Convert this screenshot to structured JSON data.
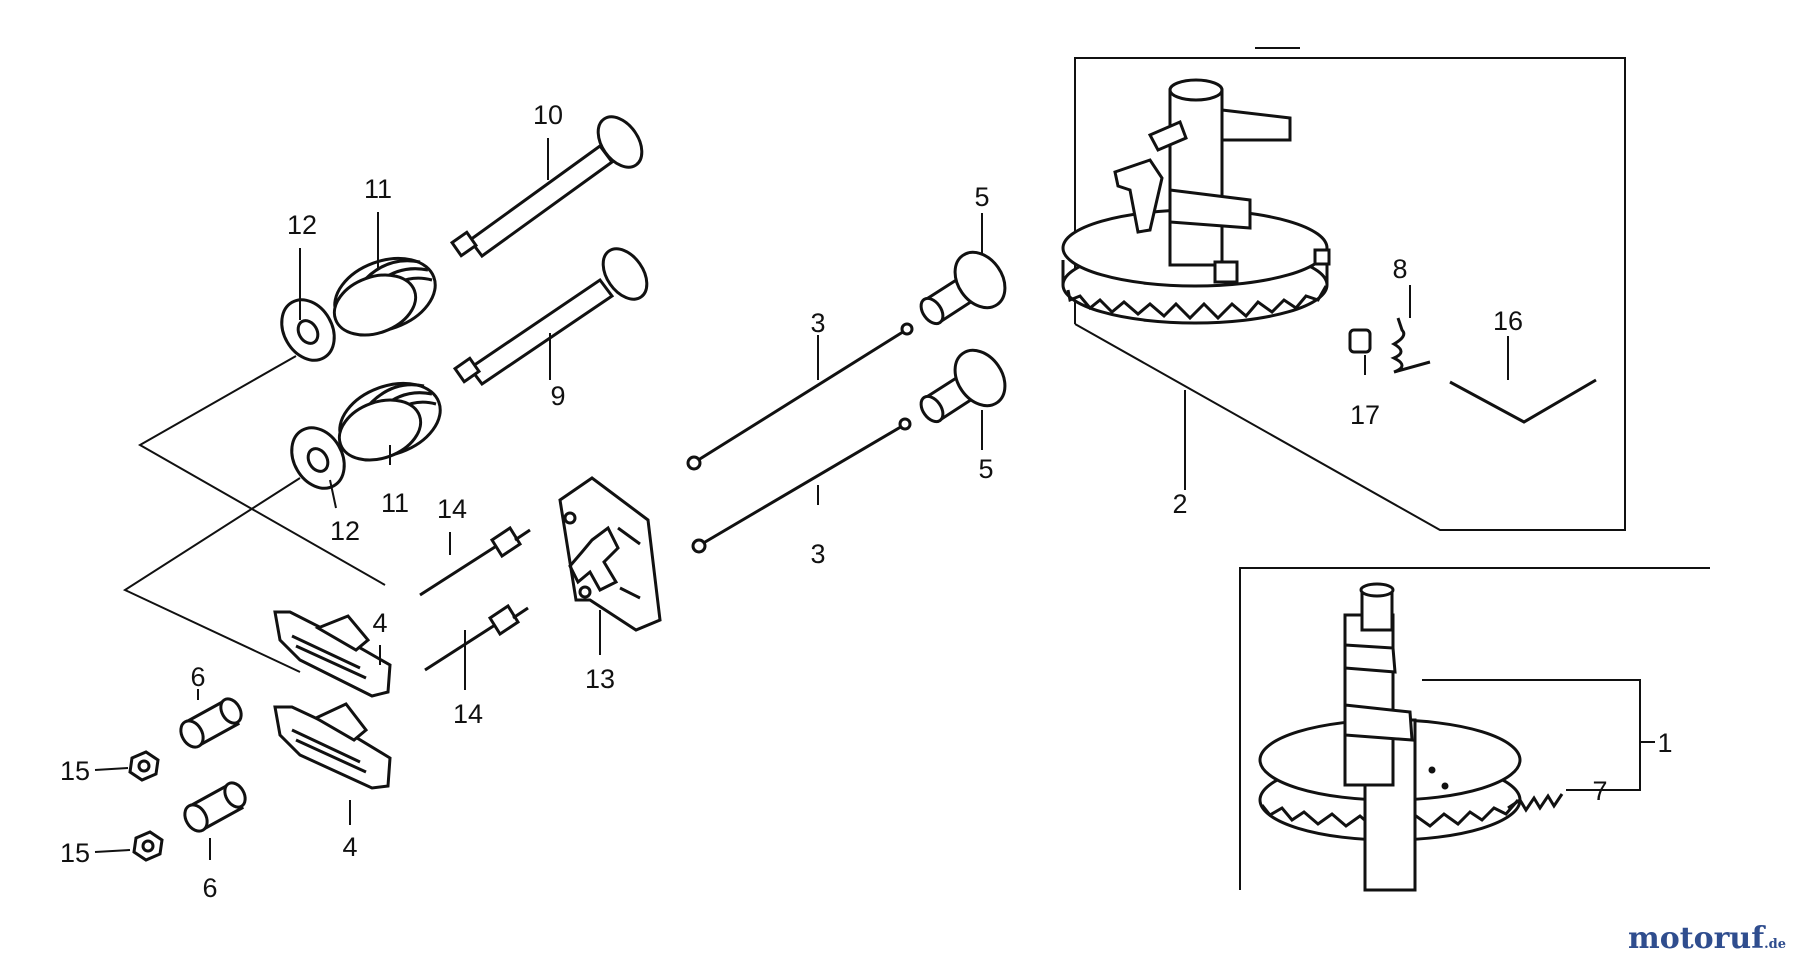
{
  "labels": {
    "p1": "1",
    "p2": "2",
    "p3a": "3",
    "p3b": "3",
    "p4a": "4",
    "p4b": "4",
    "p5a": "5",
    "p5b": "5",
    "p6a": "6",
    "p6b": "6",
    "p7": "7",
    "p8": "8",
    "p9": "9",
    "p10": "10",
    "p11a": "11",
    "p11b": "11",
    "p12a": "12",
    "p12b": "12",
    "p13": "13",
    "p14a": "14",
    "p14b": "14",
    "p15a": "15",
    "p15b": "15",
    "p16": "16",
    "p17": "17"
  },
  "watermark": {
    "brand_main": "motoruf",
    "brand_tld": ".de"
  }
}
